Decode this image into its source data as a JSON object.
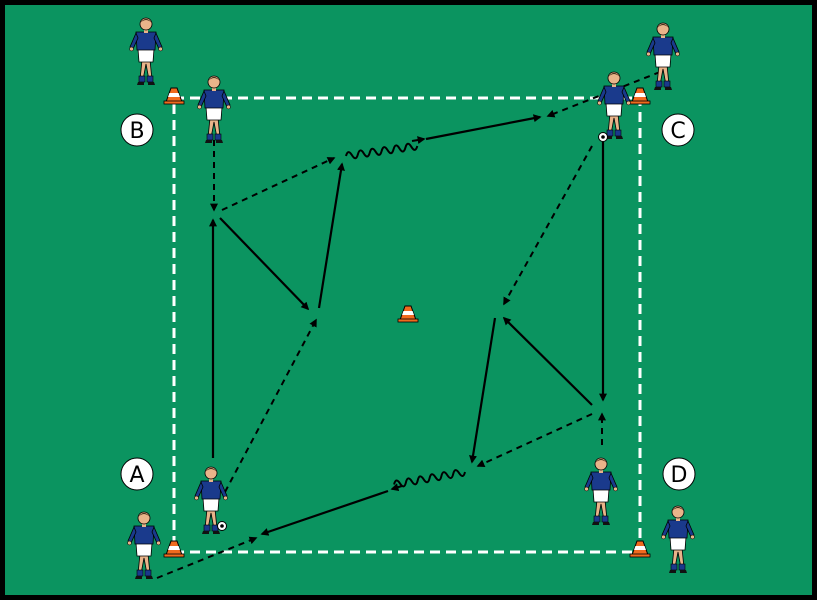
{
  "colors": {
    "field": "#0b9460",
    "border": "#000000",
    "line": "#ffffff",
    "arrow": "#000000",
    "shirt": "#1a3a8c",
    "shorts": "#ffffff",
    "skin": "#e9b48a",
    "hair": "#3b2412",
    "cone_orange": "#f06a1e",
    "cone_white": "#ffffff"
  },
  "stations": [
    {
      "id": "A",
      "label": "A"
    },
    {
      "id": "B",
      "label": "B"
    },
    {
      "id": "C",
      "label": "C"
    },
    {
      "id": "D",
      "label": "D"
    }
  ],
  "icons": {
    "player": "player-figure-icon",
    "cone": "training-cone-icon",
    "ball": "soccer-ball-icon"
  }
}
